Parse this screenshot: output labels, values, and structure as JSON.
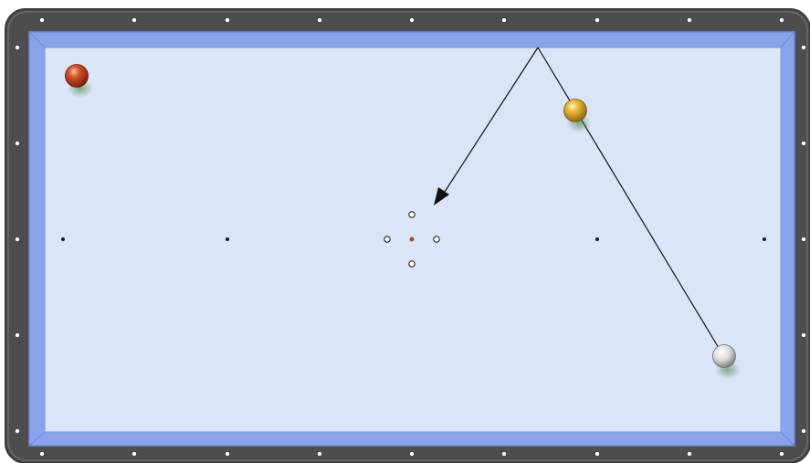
{
  "table": {
    "frame_color": "#4d4d4d",
    "frame_highlight": "#6a6a6a",
    "cushion_color": "#8aa4ec",
    "cushion_dark": "#6f88d8",
    "cloth_color": "#dbe5f8",
    "diamond_color": "#ffffff",
    "spot_color": "#1a1a1a",
    "center_spot_color": "#c0392b"
  },
  "balls": [
    {
      "name": "red-ball",
      "color": "#c0392b"
    },
    {
      "name": "yellow-ball",
      "color": "#e1b030"
    },
    {
      "name": "white-ball",
      "color": "#f4f4f4"
    }
  ],
  "shot": {
    "description_colors": {
      "line": "#111111"
    },
    "arrow": "arrow-icon"
  }
}
